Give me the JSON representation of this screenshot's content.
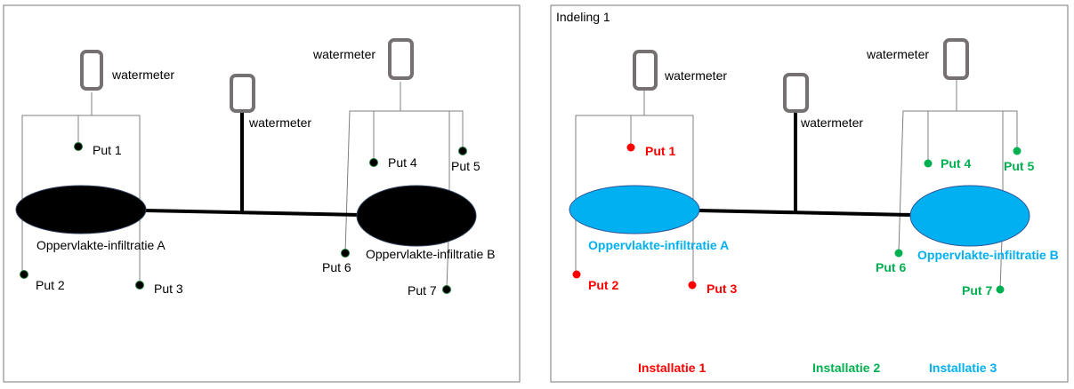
{
  "left_panel": {
    "meters": [
      "watermeter",
      "watermeter",
      "watermeter"
    ],
    "fields": [
      "Oppervlakte-infiltratie A",
      "Oppervlakte-infiltratie B"
    ],
    "wells": [
      "Put 1",
      "Put 2",
      "Put 3",
      "Put 4",
      "Put 5",
      "Put 6",
      "Put 7"
    ],
    "colors": {
      "field": "#000000",
      "well": "#000000",
      "text": "#000000"
    }
  },
  "right_panel": {
    "title": "Indeling 1",
    "meters": [
      "watermeter",
      "watermeter",
      "watermeter"
    ],
    "fields": [
      "Oppervlakte-infiltratie A",
      "Oppervlakte-infiltratie B"
    ],
    "wells": [
      "Put 1",
      "Put 2",
      "Put 3",
      "Put 4",
      "Put 5",
      "Put 6",
      "Put 7"
    ],
    "legend": [
      "Installatie 1",
      "Installatie 2",
      "Installatie 3"
    ],
    "colors": {
      "installatie_1": "#ff0000",
      "installatie_2": "#00b050",
      "installatie_3": "#00b0f0"
    }
  }
}
